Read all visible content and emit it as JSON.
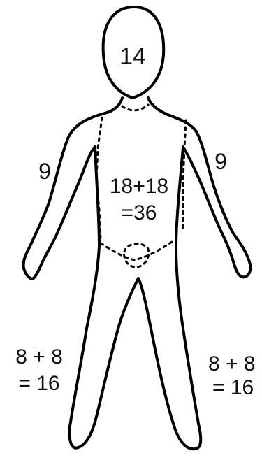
{
  "labels": {
    "head": "14",
    "left_arm": "9",
    "right_arm": "9",
    "trunk_line1": "18+18",
    "trunk_line2": "=36",
    "left_leg_line1": "8 + 8",
    "left_leg_line2": "= 16",
    "right_leg_line1": "8 + 8",
    "right_leg_line2": "= 16"
  }
}
